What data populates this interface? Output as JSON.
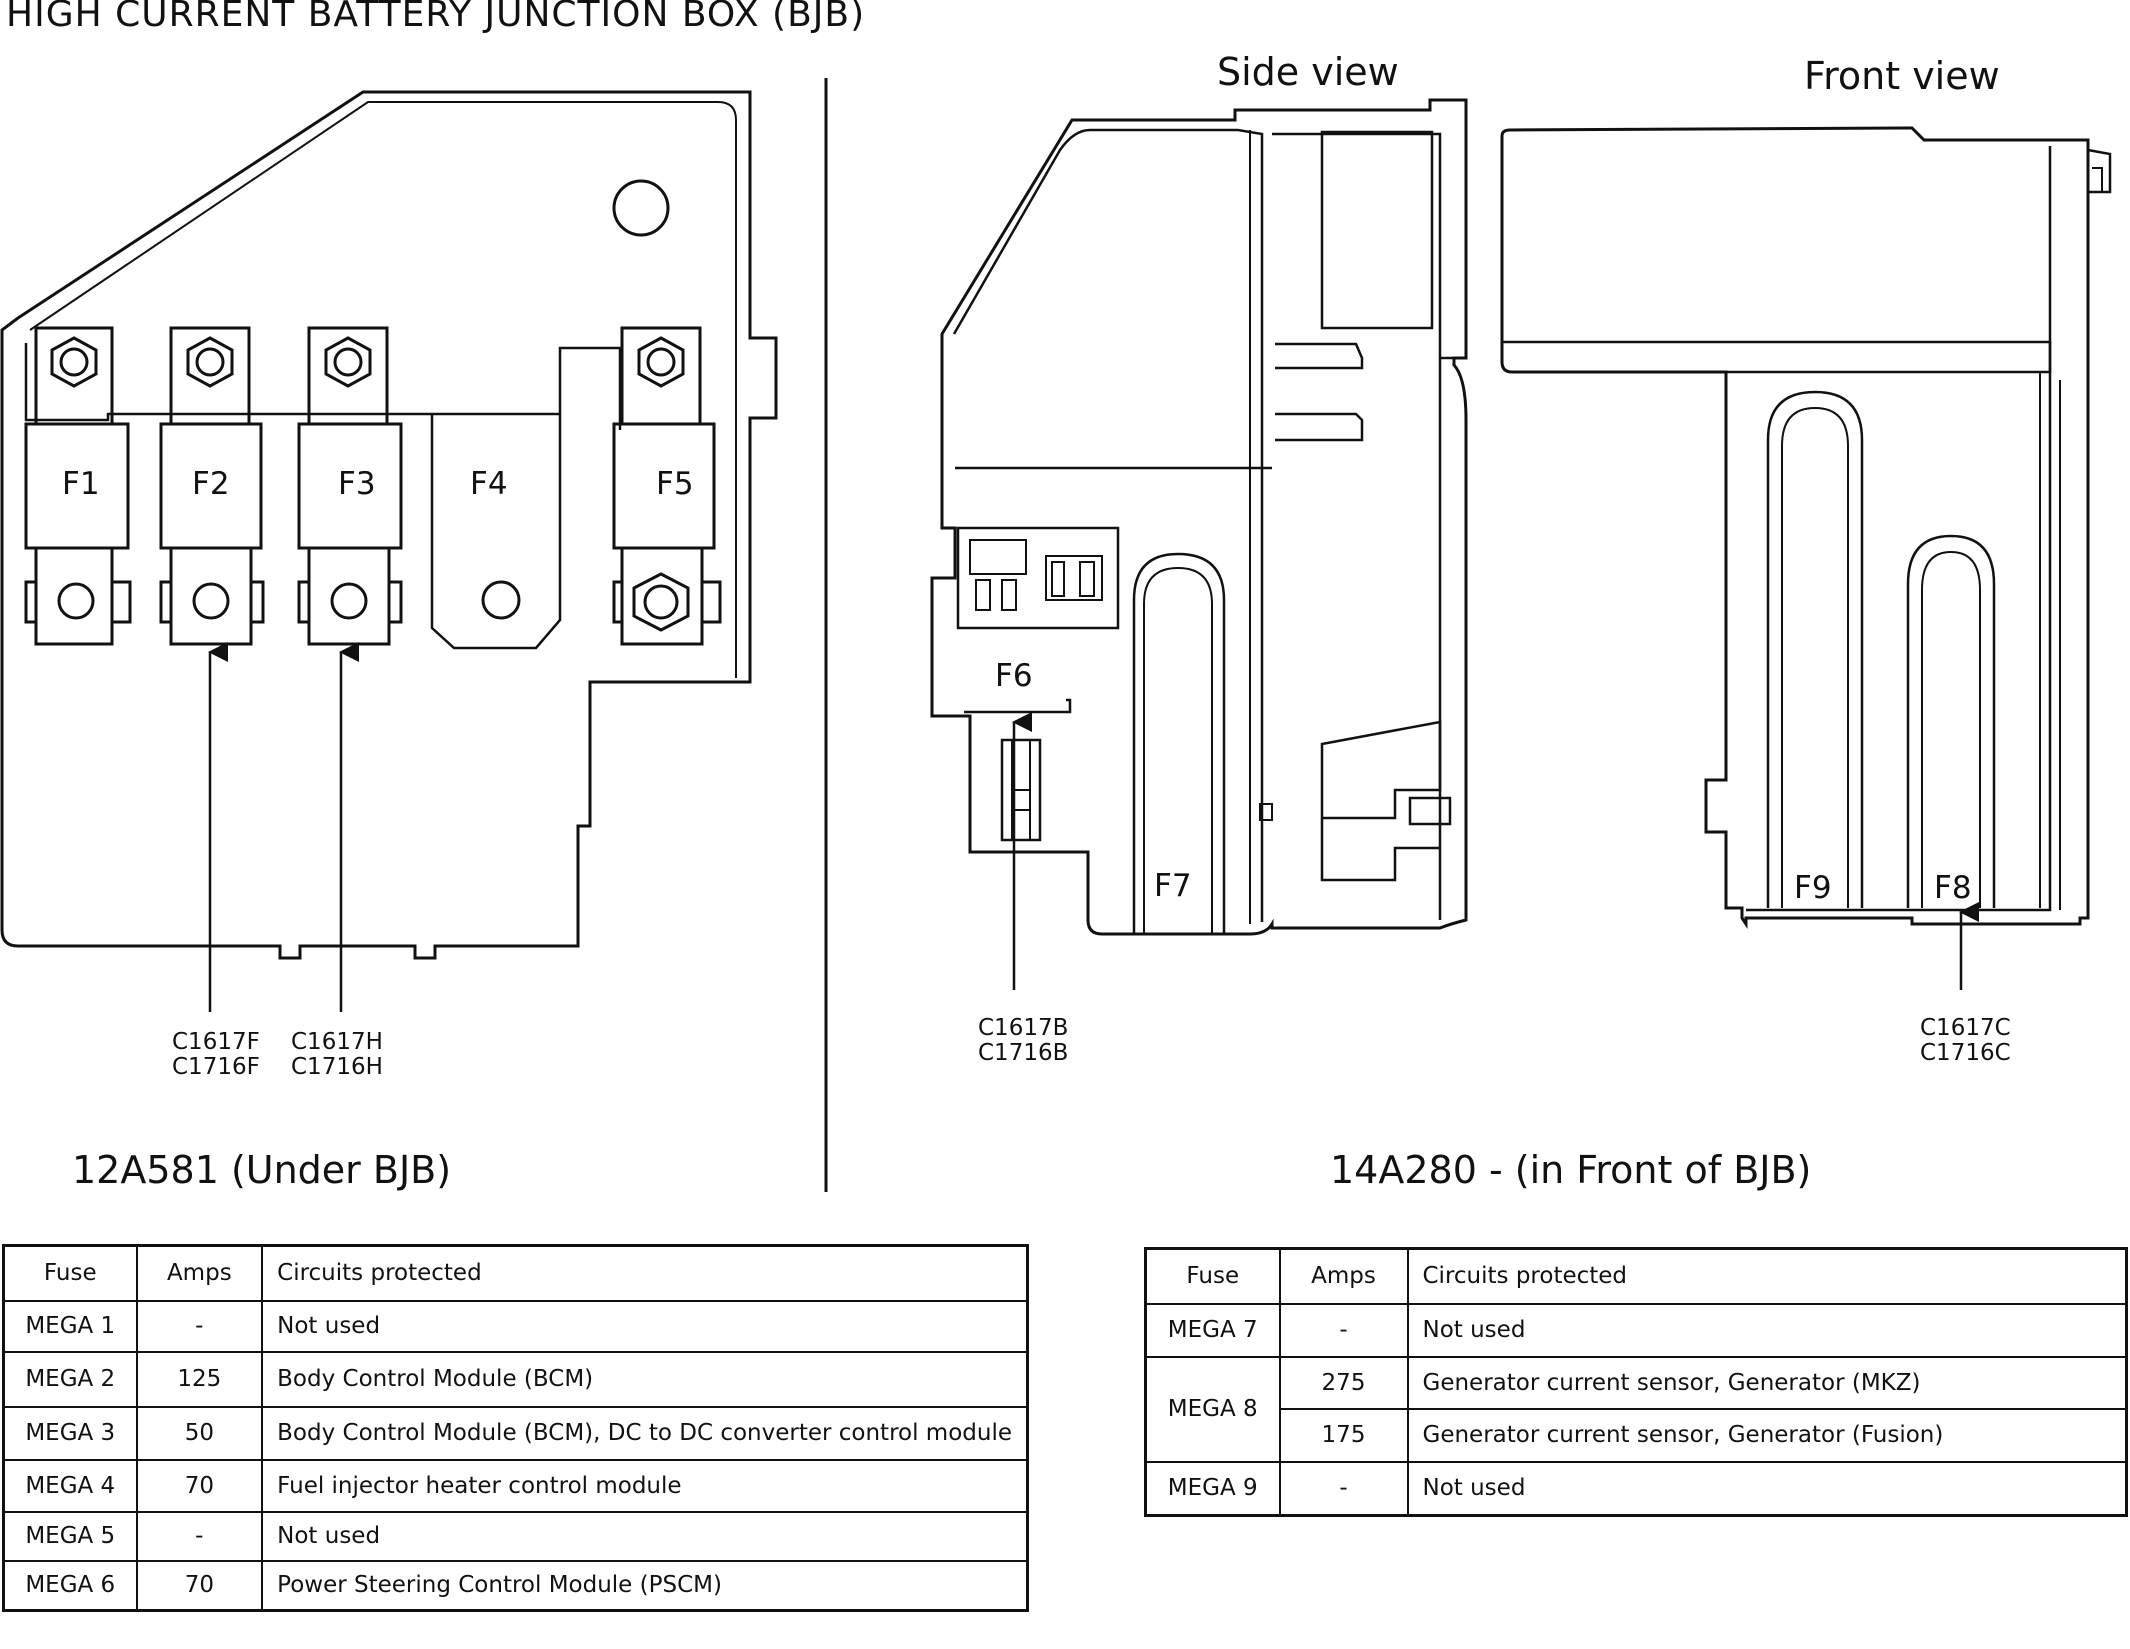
{
  "title": "HIGH CURRENT BATTERY JUNCTION BOX (BJB)",
  "left_diagram": {
    "subtitle": "12A581 (Under BJB)",
    "fuses": [
      "F1",
      "F2",
      "F3",
      "F4",
      "F5"
    ],
    "connectors": [
      {
        "line1": "C1617F",
        "line2": "C1716F"
      },
      {
        "line1": "C1617H",
        "line2": "C1716H"
      }
    ]
  },
  "right_diagram": {
    "subtitle": "14A280 - (in Front of BJB)",
    "side_view_label": "Side view",
    "front_view_label": "Front view",
    "fuses": [
      "F6",
      "F7",
      "F9",
      "F8"
    ],
    "connectors": [
      {
        "line1": "C1617B",
        "line2": "C1716B"
      },
      {
        "line1": "C1617C",
        "line2": "C1716C"
      }
    ]
  },
  "table_left": {
    "headers": [
      "Fuse",
      "Amps",
      "Circuits protected"
    ],
    "rows": [
      {
        "fuse": "MEGA 1",
        "amps": "-",
        "circuit": "Not used"
      },
      {
        "fuse": "MEGA 2",
        "amps": "125",
        "circuit": "Body Control Module (BCM)"
      },
      {
        "fuse": "MEGA 3",
        "amps": "50",
        "circuit": "Body Control Module (BCM), DC to DC converter control module"
      },
      {
        "fuse": "MEGA 4",
        "amps": "70",
        "circuit": "Fuel injector heater control module"
      },
      {
        "fuse": "MEGA 5",
        "amps": "-",
        "circuit": "Not used"
      },
      {
        "fuse": "MEGA 6",
        "amps": "70",
        "circuit": "Power Steering Control Module (PSCM)"
      }
    ]
  },
  "table_right": {
    "headers": [
      "Fuse",
      "Amps",
      "Circuits protected"
    ],
    "rows": [
      {
        "fuse": "MEGA 7",
        "amps": "-",
        "circuit": "Not used"
      },
      {
        "fuse": "MEGA 8",
        "amps": "275",
        "circuit": "Generator current sensor, Generator (MKZ)"
      },
      {
        "fuse": "",
        "amps": "175",
        "circuit": "Generator current sensor, Generator (Fusion)"
      },
      {
        "fuse": "MEGA 9",
        "amps": "-",
        "circuit": "Not used"
      }
    ]
  }
}
